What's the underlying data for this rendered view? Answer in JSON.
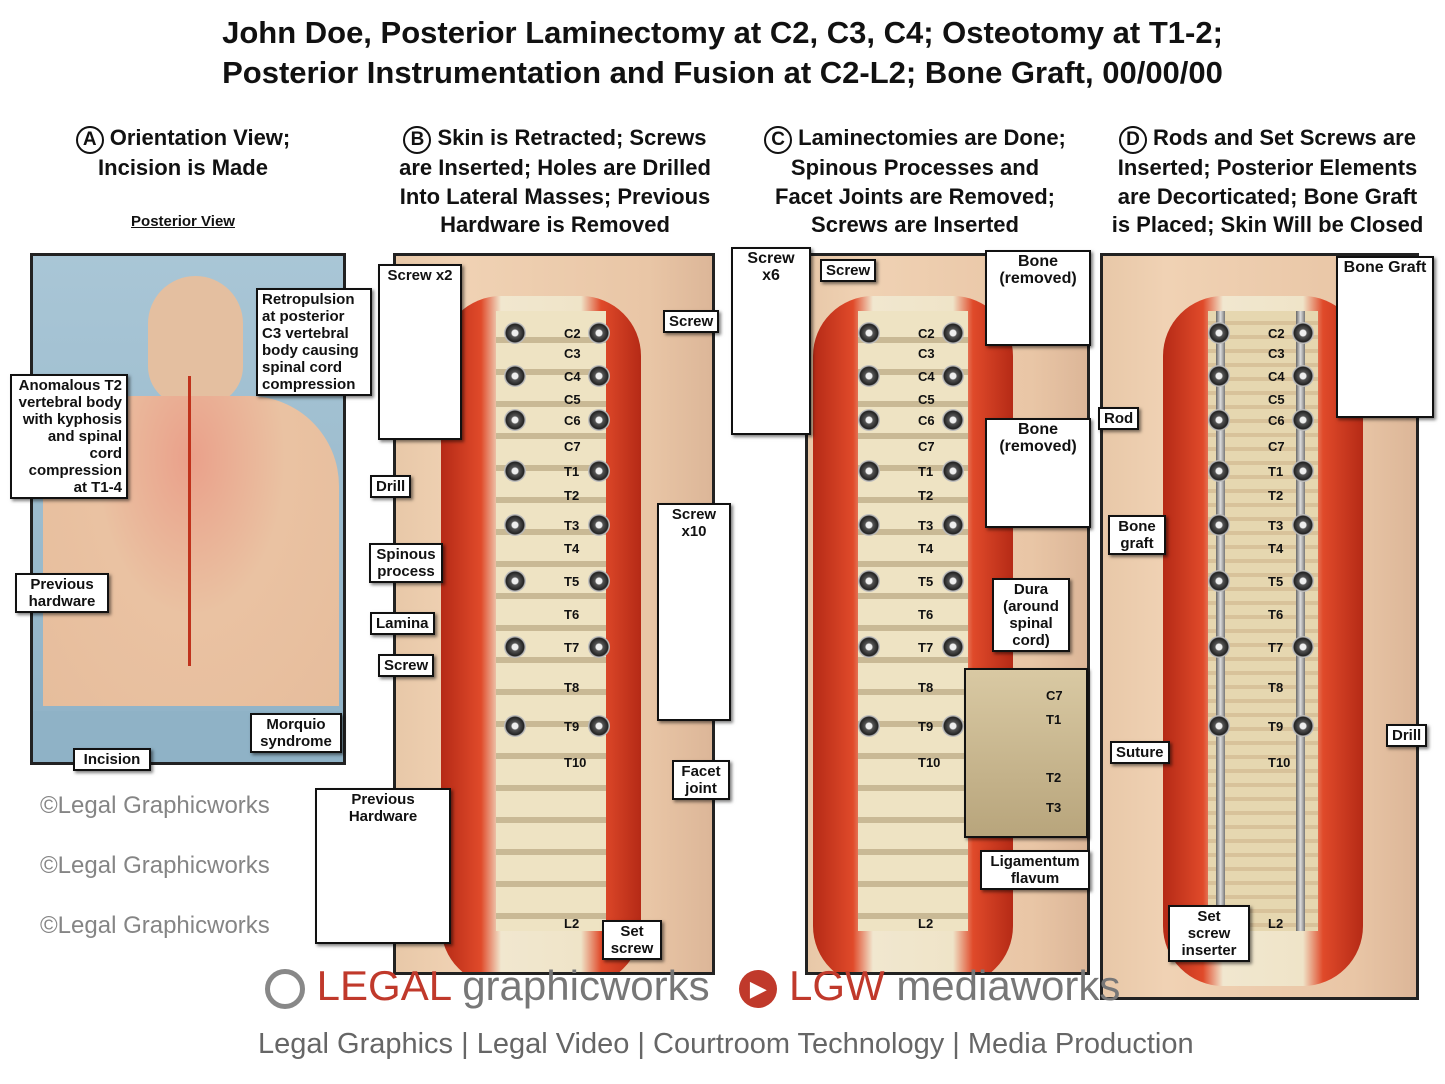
{
  "title": {
    "line1": "John Doe, Posterior Laminectomy at C2, C3, C4; Osteotomy at T1-2;",
    "line2": "Posterior Instrumentation and Fusion at C2-L2; Bone Graft, 00/00/00"
  },
  "watermark": "©Legal Graphicworks",
  "steps": [
    {
      "letter": "A",
      "lines": [
        "Orientation View;",
        "Incision is Made"
      ],
      "sub": "Posterior View"
    },
    {
      "letter": "B",
      "lines": [
        "Skin is Retracted; Screws",
        "are Inserted; Holes are Drilled",
        "Into Lateral Masses; Previous",
        "Hardware is Removed"
      ]
    },
    {
      "letter": "C",
      "lines": [
        "Laminectomies are Done;",
        "Spinous Processes and",
        "Facet Joints are Removed;",
        "Screws are Inserted"
      ]
    },
    {
      "letter": "D",
      "lines": [
        "Rods and Set Screws are",
        "Inserted; Posterior Elements",
        "are Decorticated; Bone Graft",
        "is Placed; Skin Will be Closed"
      ]
    }
  ],
  "panelA": {
    "labels": [
      "Retropulsion at posterior C3 vertebral body causing spinal cord compression",
      "Anomalous T2 vertebral body with kyphosis and spinal cord compression at T1-4",
      "Previous hardware",
      "Morquio syndrome",
      "Incision"
    ]
  },
  "panelB": {
    "labels": [
      "Screw x2",
      "Screw",
      "Drill",
      "Spinous process",
      "Lamina",
      "Screw",
      "Facet joint",
      "Screw x10",
      "Previous Hardware",
      "Set screw"
    ],
    "vertebrae": [
      "C2",
      "C3",
      "C4",
      "C5",
      "C6",
      "C7",
      "T1",
      "T2",
      "T3",
      "T4",
      "T5",
      "T6",
      "T7",
      "T8",
      "T9",
      "T10",
      "L2"
    ]
  },
  "panelC": {
    "labels": [
      "Screw x6",
      "Screw",
      "Bone (removed)",
      "Bone (removed)",
      "Dura (around spinal cord)",
      "Ligamentum flavum"
    ],
    "vertebrae": [
      "C2",
      "C3",
      "C4",
      "C5",
      "C6",
      "C7",
      "T1",
      "T2",
      "T3",
      "T4",
      "T5",
      "T6",
      "T7",
      "T8",
      "T9",
      "T10",
      "L2"
    ],
    "inset_vertebrae": [
      "C7",
      "T1",
      "T2",
      "T3"
    ]
  },
  "panelD": {
    "labels": [
      "Bone Graft",
      "Rod",
      "Bone graft",
      "Suture",
      "Drill",
      "Set screw inserter"
    ],
    "vertebrae": [
      "C2",
      "C3",
      "C4",
      "C5",
      "C6",
      "C7",
      "T1",
      "T2",
      "T3",
      "T4",
      "T5",
      "T6",
      "T7",
      "T8",
      "T9",
      "T10",
      "L2"
    ]
  },
  "footer": {
    "brand1_a": "LEGAL",
    "brand1_b": " graphicworks",
    "brand2_a": "LGW",
    "brand2_b": " mediaworks",
    "tagline": "Legal Graphics | Legal Video | Courtroom Technology | Media Production"
  },
  "colors": {
    "incision": "#c0321c",
    "skin": "#ebcbab",
    "bone": "#eee3c3",
    "brand_red": "#c0392b"
  }
}
